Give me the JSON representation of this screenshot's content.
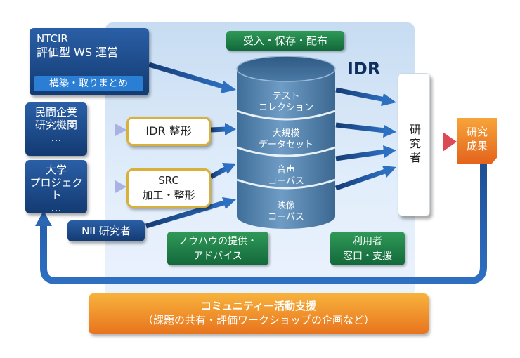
{
  "panel": {
    "badge": "受入・保存・配布",
    "title": "IDR"
  },
  "sources": {
    "ntcir": {
      "line1": "NTCIR",
      "line2": "評価型 WS 運営",
      "sublabel": "構築・取りまとめ"
    },
    "company": {
      "line1": "民間企業",
      "line2": "研究機関",
      "line3": "…"
    },
    "university": {
      "line1": "大学",
      "line2": "プロジェクト",
      "line3": "…"
    },
    "nii": {
      "label": "NII 研究者"
    }
  },
  "processing": {
    "idr_shaping": {
      "label": "IDR 整形"
    },
    "src": {
      "line1": "SRC",
      "line2": "加工・整形"
    }
  },
  "database": {
    "layers": [
      {
        "line1": "テスト",
        "line2": "コレクション"
      },
      {
        "line1": "大規模",
        "line2": "データセット"
      },
      {
        "line1": "音声",
        "line2": "コーパス"
      },
      {
        "line1": "映像",
        "line2": "コーパス"
      }
    ]
  },
  "support": {
    "knowhow": {
      "line1": "ノウハウの提供・",
      "line2": "アドバイス"
    },
    "user_desk": {
      "line1": "利用者",
      "line2": "窓口・支援"
    }
  },
  "researcher": {
    "label": "研究者"
  },
  "result": {
    "line1": "研究",
    "line2": "成果"
  },
  "community": {
    "line1": "コミュニティー活動支援",
    "line2": "（課題の共有・評価ワークショップの企画など）"
  },
  "colors": {
    "navy": "#1d4b8a",
    "green": "#1f7f45",
    "gold": "#d7b13b",
    "orange": "#ef8a2a",
    "panel": "#d6e6f7",
    "arrow_blue": "#2a66b2",
    "arrow_red": "#c4343d"
  }
}
